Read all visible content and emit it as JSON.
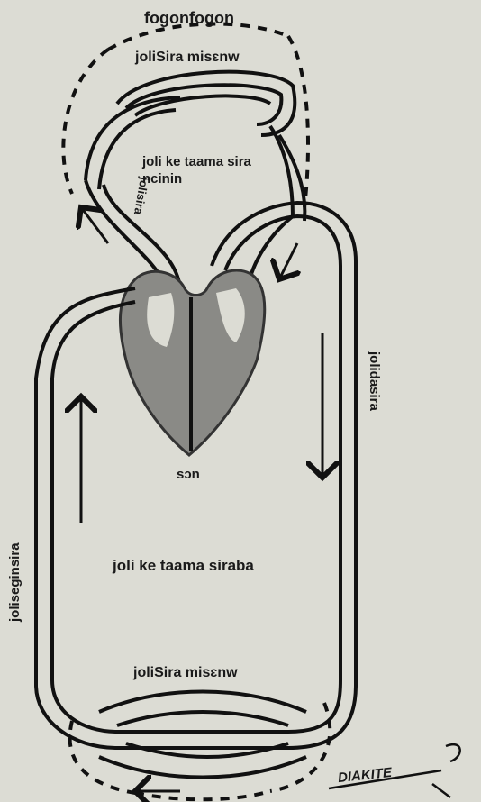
{
  "labels": {
    "top": "fogonfogon",
    "lung_vessels": "joliSira misɛnw",
    "pulmonary_circuit": "joli ke taama sira ncinin",
    "left_vessel_side": "jolisira",
    "heart": "sɔn",
    "artery_right": "jolidasira",
    "vein_left": "joliseginsira",
    "systemic_circuit": "joli ke taama siraba",
    "body_vessels": "joliSira misɛnw",
    "signature": "DIAKITE"
  },
  "colors": {
    "paper": "#dcdcd4",
    "ink": "#111111",
    "heart": "#8a8a86"
  }
}
